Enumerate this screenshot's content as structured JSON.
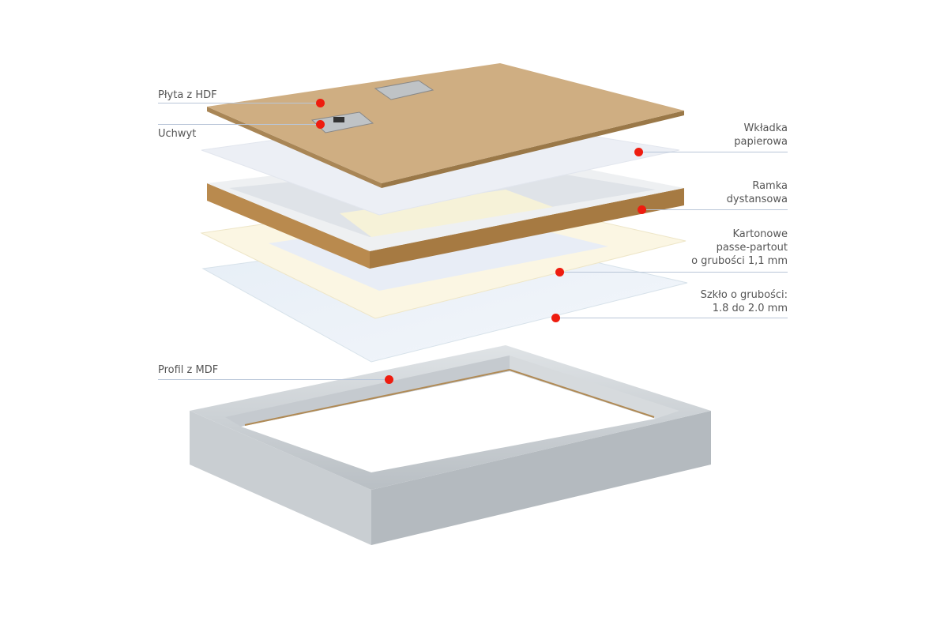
{
  "title": "Exploded view of picture frame layers",
  "colors": {
    "accent_dot": "#ee1c0f",
    "leader_line": "#b9c6d8",
    "label_text": "#555555"
  },
  "labels": {
    "hdf_board": "Płyta z HDF",
    "hanger": "Uchwyt",
    "paper_insert_1": "Wkładka",
    "paper_insert_2": "papierowa",
    "spacer_frame_1": "Ramka",
    "spacer_frame_2": "dystansowa",
    "passe_partout_1": "Kartonowe",
    "passe_partout_2": "passe-partout",
    "passe_partout_3": "o grubości 1,1 mm",
    "glass_1": "Szkło o grubości:",
    "glass_2": "1.8 do 2.0 mm",
    "mdf_profile": "Profil z MDF"
  }
}
